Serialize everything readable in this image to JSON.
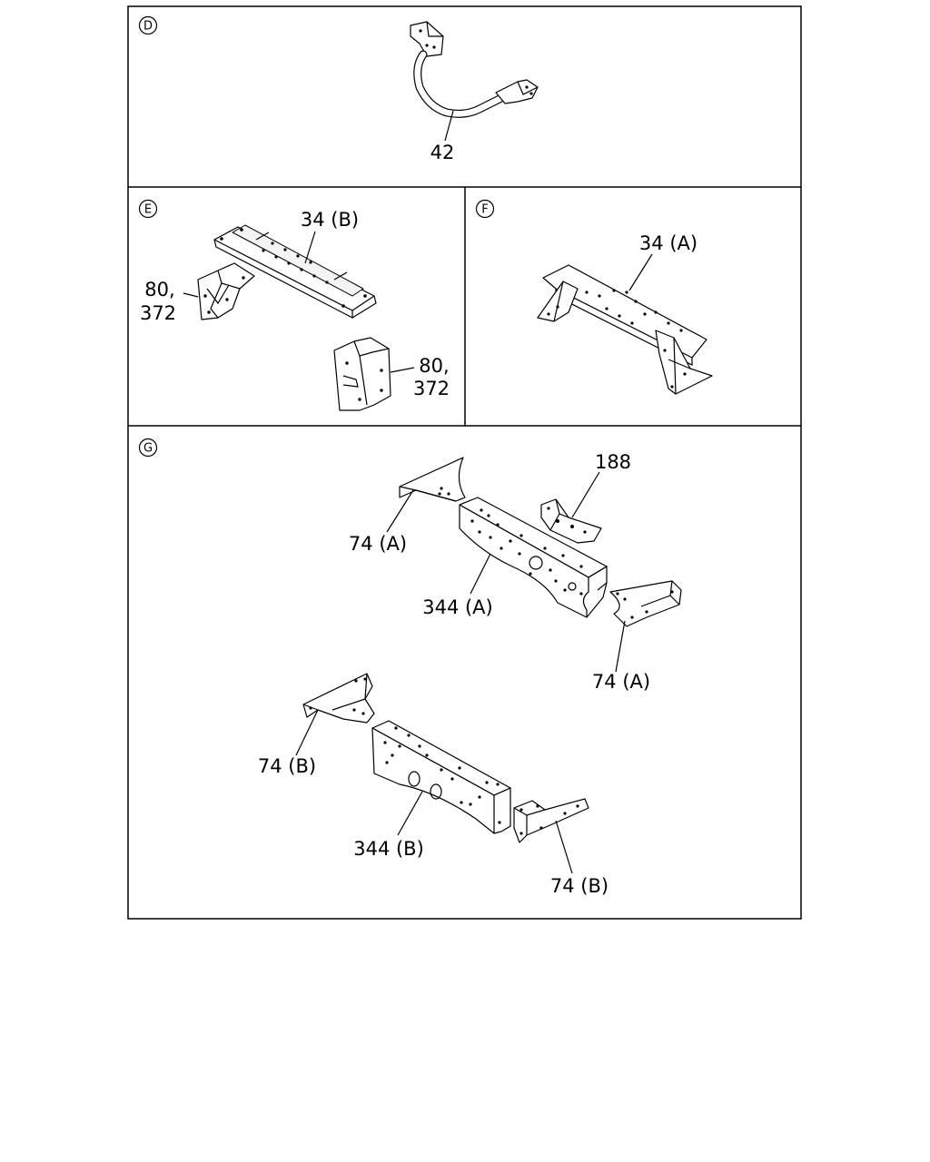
{
  "sections": {
    "D": {
      "id": "D",
      "labels": [
        "42"
      ]
    },
    "E": {
      "id": "E",
      "labels": [
        "34 (B)",
        "80,",
        "372",
        "80,",
        "372"
      ]
    },
    "F": {
      "id": "F",
      "labels": [
        "34 (A)"
      ]
    },
    "G": {
      "id": "G",
      "labels": [
        "188",
        "74 (A)",
        "344 (A)",
        "74 (A)",
        "74 (B)",
        "344 (B)",
        "74 (B)"
      ]
    }
  }
}
